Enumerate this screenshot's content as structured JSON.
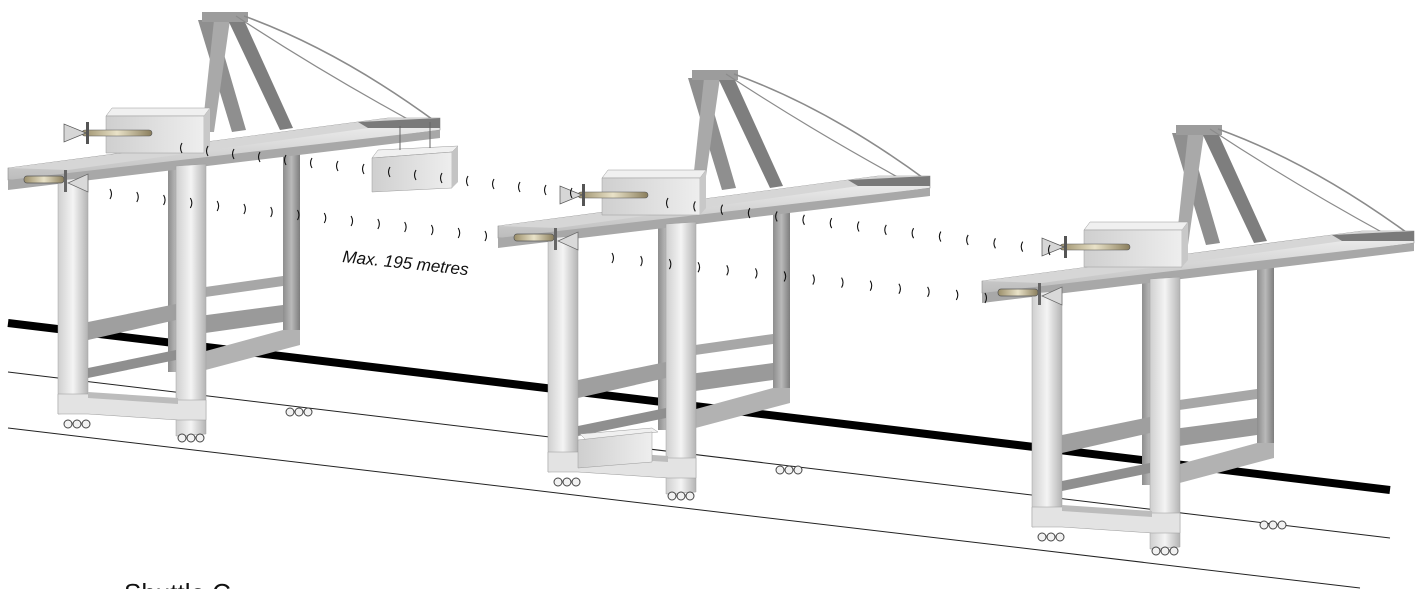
{
  "labels": {
    "distance": "Max. 195 metres",
    "bottom_partial": "Shuttle C..."
  },
  "colors": {
    "rail": "#000000",
    "structure_light": "#e6e6e6",
    "structure_mid": "#bdbdbd",
    "structure_dark": "#8a8a8a",
    "box": "#dcdcdc"
  },
  "cranes": [
    {
      "name": "crane-left"
    },
    {
      "name": "crane-middle"
    },
    {
      "name": "crane-right"
    }
  ],
  "icons": [
    "radio-antenna-icon",
    "sensor-icon",
    "container-box-icon",
    "signal-wave-icon"
  ]
}
